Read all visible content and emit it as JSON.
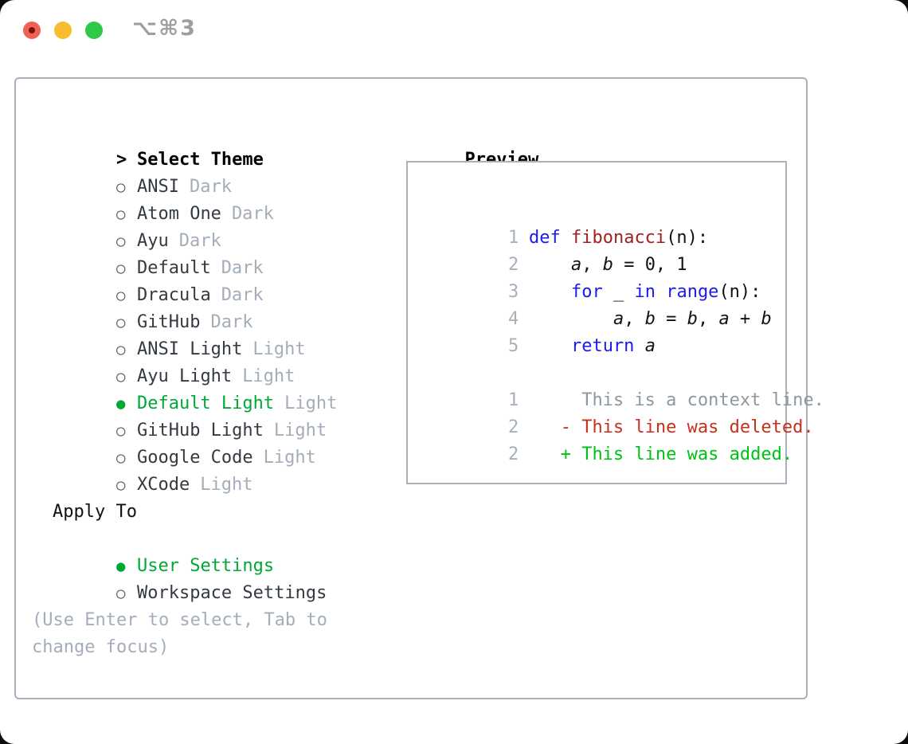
{
  "titlebar": {
    "shortcut": "⌥⌘3",
    "buttons": [
      "close",
      "minimize",
      "zoom"
    ]
  },
  "colors": {
    "accent_green": "#00a836",
    "added_green": "#00c213",
    "deleted_red": "#ca2f1c",
    "keyword_blue": "#1b1bef",
    "function_red": "#a32020",
    "muted_gray": "#a4adba",
    "panel_border": "#a8b0ba"
  },
  "theme_picker": {
    "cursor": ">",
    "title": "Select Theme",
    "items": [
      {
        "radio": "○",
        "name": "ANSI",
        "tag": "Dark",
        "selected": false
      },
      {
        "radio": "○",
        "name": "Atom One",
        "tag": "Dark",
        "selected": false
      },
      {
        "radio": "○",
        "name": "Ayu",
        "tag": "Dark",
        "selected": false
      },
      {
        "radio": "○",
        "name": "Default",
        "tag": "Dark",
        "selected": false
      },
      {
        "radio": "○",
        "name": "Dracula",
        "tag": "Dark",
        "selected": false
      },
      {
        "radio": "○",
        "name": "GitHub",
        "tag": "Dark",
        "selected": false
      },
      {
        "radio": "○",
        "name": "ANSI Light",
        "tag": "Light",
        "selected": false
      },
      {
        "radio": "○",
        "name": "Ayu Light",
        "tag": "Light",
        "selected": false
      },
      {
        "radio": "●",
        "name": "Default Light",
        "tag": "Light",
        "selected": true
      },
      {
        "radio": "○",
        "name": "GitHub Light",
        "tag": "Light",
        "selected": false
      },
      {
        "radio": "○",
        "name": "Google Code",
        "tag": "Light",
        "selected": false
      },
      {
        "radio": "○",
        "name": "XCode",
        "tag": "Light",
        "selected": false
      }
    ]
  },
  "apply_to": {
    "title": "Apply To",
    "items": [
      {
        "radio": "●",
        "label": "User Settings",
        "selected": true
      },
      {
        "radio": "○",
        "label": "Workspace Settings",
        "selected": false
      }
    ]
  },
  "hint": "(Use Enter to select, Tab to change focus)",
  "preview": {
    "title": "Preview",
    "code_lines": [
      {
        "num": "1",
        "segs": [
          {
            "t": "def"
          },
          {
            "t": " "
          },
          {
            "t": "fibonacci"
          },
          {
            "t": "(n):"
          }
        ]
      },
      {
        "num": "2",
        "segs": [
          {
            "t": "    "
          },
          {
            "t": "a"
          },
          {
            "t": ", "
          },
          {
            "t": "b"
          },
          {
            "t": " = 0, 1"
          }
        ]
      },
      {
        "num": "3",
        "segs": [
          {
            "t": "    "
          },
          {
            "t": "for"
          },
          {
            "t": " _ "
          },
          {
            "t": "in"
          },
          {
            "t": " "
          },
          {
            "t": "range"
          },
          {
            "t": "(n):"
          }
        ]
      },
      {
        "num": "4",
        "segs": [
          {
            "t": "        "
          },
          {
            "t": "a"
          },
          {
            "t": ", "
          },
          {
            "t": "b"
          },
          {
            "t": " = "
          },
          {
            "t": "b"
          },
          {
            "t": ", "
          },
          {
            "t": "a"
          },
          {
            "t": " + "
          },
          {
            "t": "b"
          }
        ]
      },
      {
        "num": "5",
        "segs": [
          {
            "t": "    "
          },
          {
            "t": "return"
          },
          {
            "t": " "
          },
          {
            "t": "a"
          }
        ]
      }
    ],
    "diff_lines": [
      {
        "num": "1",
        "text": "     This is a context line.",
        "type": "context"
      },
      {
        "num": "2",
        "text": "   - This line was deleted.",
        "type": "deleted"
      },
      {
        "num": "2",
        "text": "   + This line was added.",
        "type": "added"
      }
    ]
  }
}
